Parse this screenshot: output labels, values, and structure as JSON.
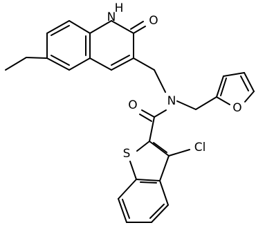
{
  "molecule": {
    "atom_labels": {
      "nh": "H",
      "n_ring": "N",
      "o_ketone": "O",
      "n_amide": "N",
      "o_amide": "O",
      "o_furan": "O",
      "s_thiophene": "S",
      "cl": "Cl"
    },
    "colors": {
      "bond": "#000000",
      "label": "#000000",
      "background": "#ffffff"
    }
  }
}
